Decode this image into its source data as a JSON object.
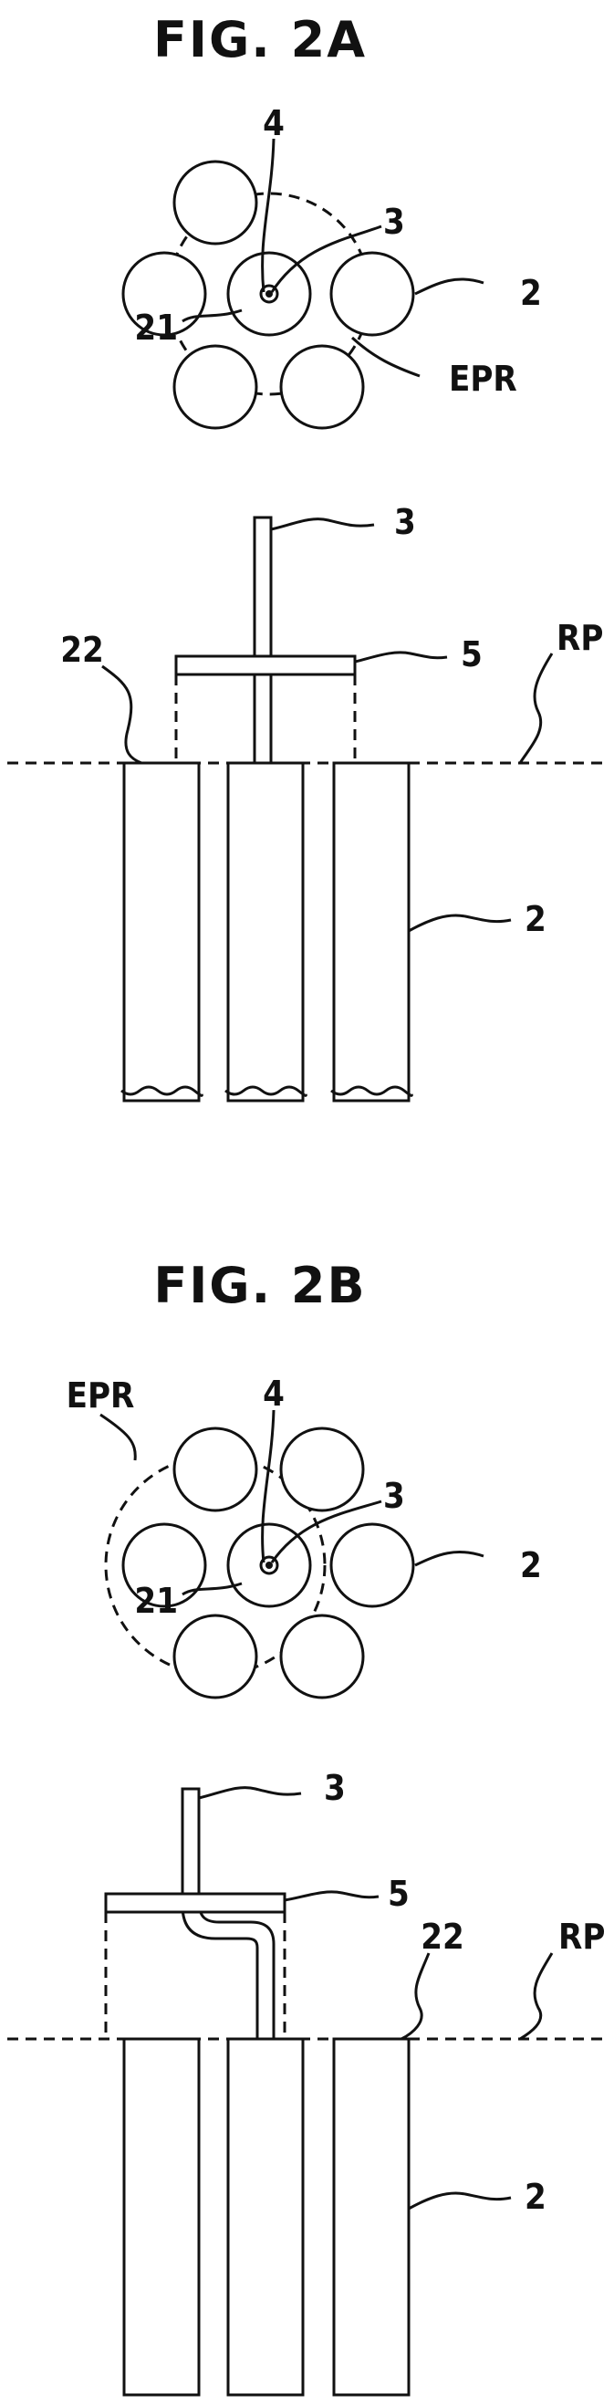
{
  "figures": {
    "fig_2a": {
      "title": "FIG. 2A",
      "labels": {
        "l4": "4",
        "l3": "3",
        "l2": "2",
        "l21": "21",
        "lEPR": "EPR"
      },
      "side_labels": {
        "l3": "3",
        "l22": "22",
        "l5": "5",
        "lRP": "RP",
        "l2": "2"
      }
    },
    "fig_2b": {
      "title": "FIG. 2B",
      "labels": {
        "lEPR": "EPR",
        "l4": "4",
        "l3": "3",
        "l2": "2",
        "l21": "21"
      },
      "side_labels": {
        "l3": "3",
        "l5": "5",
        "l22": "22",
        "lRP": "RP",
        "l2": "2"
      }
    }
  }
}
